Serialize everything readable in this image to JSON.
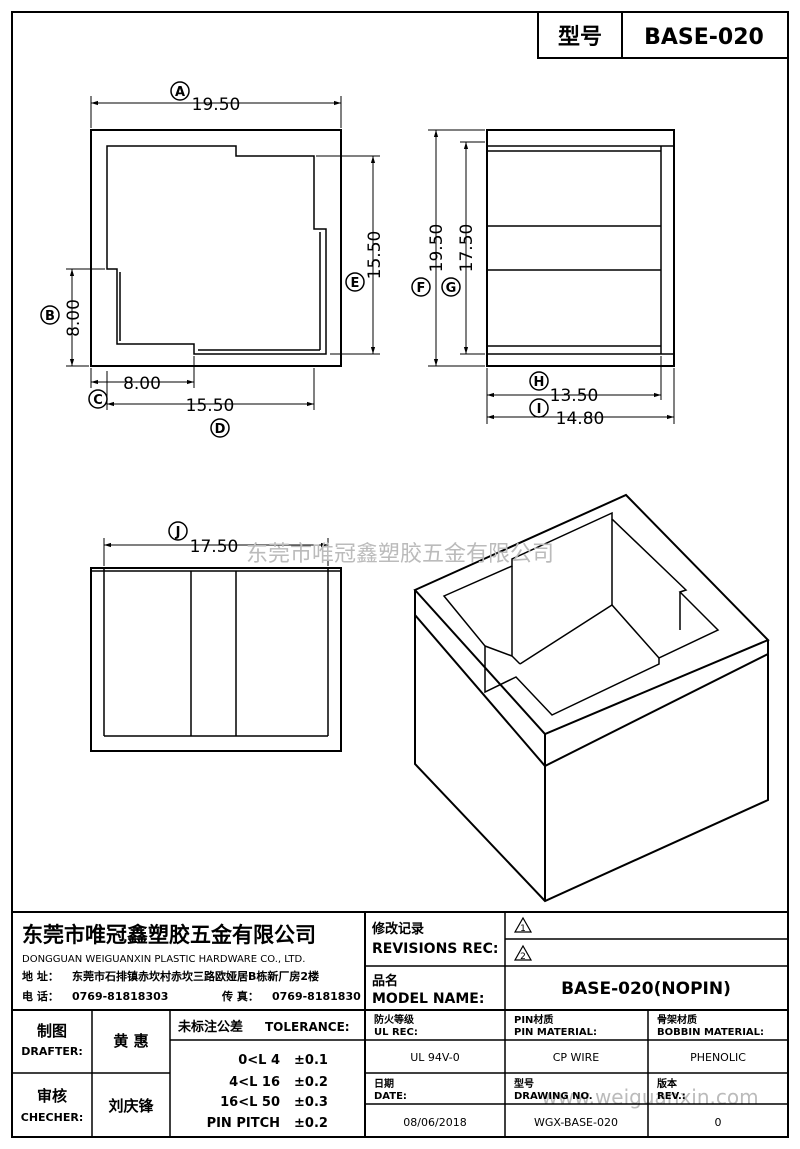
{
  "header": {
    "model_label": "型号",
    "model_value": "BASE-020"
  },
  "dims": {
    "top_w": "19.50",
    "top_h": "15.50",
    "notch_h": "8.00",
    "notch_w": "8.00",
    "inner_w": "15.50",
    "side_h": "19.50",
    "side_inner_h": "17.50",
    "side_w_inner": "13.50",
    "side_w": "14.80",
    "front_w": "17.50"
  },
  "markers": {
    "A": "A",
    "B": "B",
    "C": "C",
    "D": "D",
    "E": "E",
    "F": "F",
    "G": "G",
    "H": "H",
    "I": "I",
    "J": "J"
  },
  "watermark": {
    "center": "东莞市唯冠鑫塑胶五金有限公司",
    "bottom": "www.weiguanxin.com"
  },
  "company": {
    "name_cn": "东莞市唯冠鑫塑胶五金有限公司",
    "name_en": "DONGGUAN WEIGUANXIN PLASTIC HARDWARE CO., LTD.",
    "address_label": "地  址：",
    "address": "东莞市石排镇赤坎村赤坎三路欧娅居B栋新厂房2楼",
    "tel_label": "电  话：",
    "tel": "0769-81818303",
    "fax_label": "传  真：",
    "fax": "0769-8181830"
  },
  "revisions": {
    "label_cn": "修改记录",
    "label_en": "REVISIONS REC:",
    "marks": [
      "1",
      "2"
    ]
  },
  "model": {
    "label_cn": "品名",
    "label_en": "MODEL NAME:",
    "value": "BASE-020(NOPIN)"
  },
  "drafter": {
    "label_cn": "制图",
    "label_en": "DRAFTER:",
    "name": "黄  惠"
  },
  "checker": {
    "label_cn": "审核",
    "label_en": "CHECHER:",
    "name": "刘庆锋"
  },
  "tolerance": {
    "title_cn": "未标注公差",
    "title_en": "TOLERANCE:",
    "rows": [
      {
        "range": "0<L  4",
        "value": "±0.1"
      },
      {
        "range": "4<L  16",
        "value": "±0.2"
      },
      {
        "range": "16<L  50",
        "value": "±0.3"
      },
      {
        "range": "PIN PITCH",
        "value": "±0.2"
      }
    ]
  },
  "specs": {
    "ul_cn": "防火等级",
    "ul_en": "UL REC:",
    "ul_value": "UL 94V-0",
    "pin_cn": "PIN材质",
    "pin_en": "PIN MATERIAL:",
    "pin_value": "CP WIRE",
    "bobbin_cn": "骨架材质",
    "bobbin_en": "BOBBIN MATERIAL:",
    "bobbin_value": "PHENOLIC",
    "date_cn": "日期",
    "date_en": "DATE:",
    "date_value": "08/06/2018",
    "drawing_cn": "型号",
    "drawing_en": "DRAWING NO.",
    "drawing_value": "WGX-BASE-020",
    "rev_cn": "版本",
    "rev_en": "REV.:",
    "rev_value": "0"
  }
}
